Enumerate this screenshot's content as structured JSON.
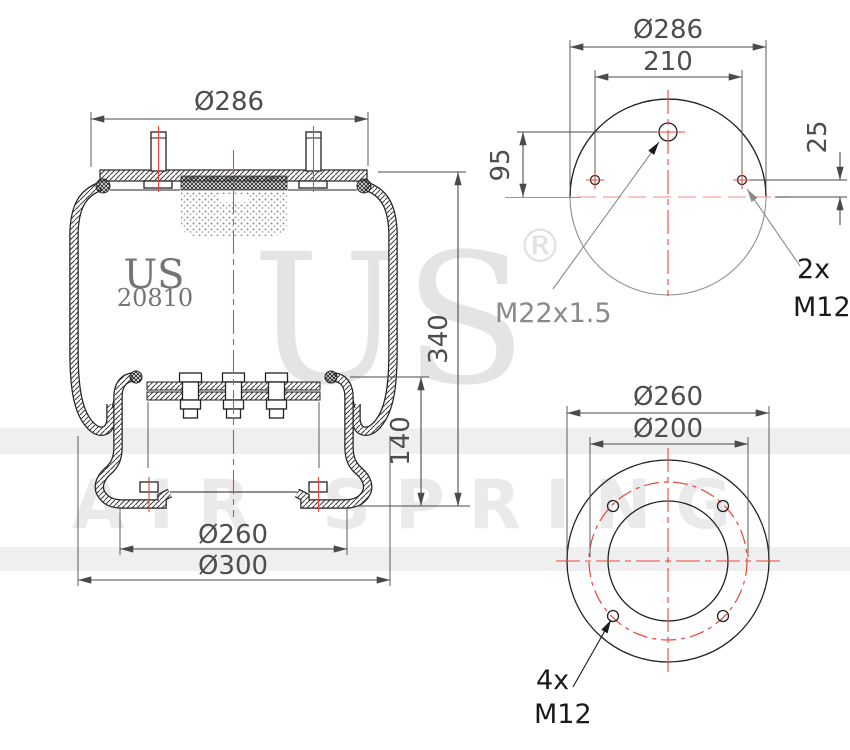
{
  "watermark": {
    "brand": "US",
    "registered": "®",
    "tagline": "AIR SPRING"
  },
  "part_marking": {
    "brand": "US",
    "number": "20810"
  },
  "side_view": {
    "dim_top_plate_diameter": "Ø286",
    "dim_total_height": "340",
    "dim_piston_height": "140",
    "dim_piston_base_diameter": "Ø260",
    "dim_lobe_diameter": "Ø300"
  },
  "top_view": {
    "dim_plate_diameter": "Ø286",
    "dim_stud_spacing": "210",
    "dim_port_offset": "95",
    "dim_stud_offset": "25",
    "air_port_label": "M22x1.5",
    "stud_count": "2x",
    "stud_thread": "M12"
  },
  "bottom_view": {
    "dim_base_diameter": "Ø260",
    "dim_bolt_circle": "Ø200",
    "bolt_count": "4x",
    "bolt_thread": "M12"
  },
  "colors": {
    "outline": "#222222",
    "dimension": "#4d4d4d",
    "centerline_red": "#e8473b",
    "centerline_light_red": "#f2a59e",
    "label_black": "#1a1a1a",
    "label_gray": "#8a8a8a",
    "marking_gray": "#757575",
    "watermark_gray": "#e4e4e4",
    "band_gray": "#efefef"
  }
}
